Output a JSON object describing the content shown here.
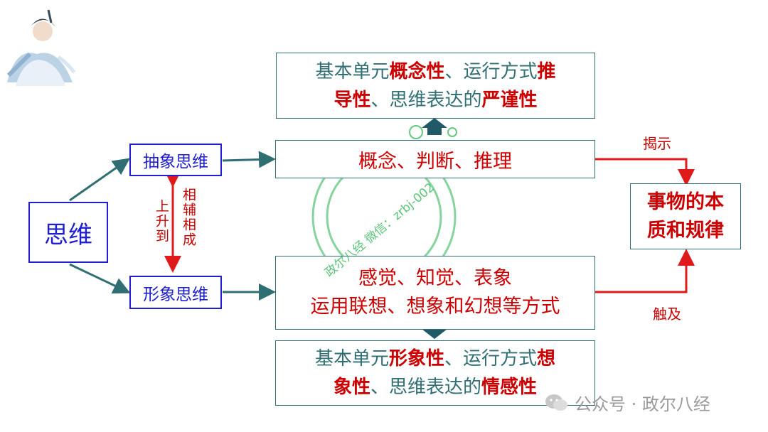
{
  "center_box": {
    "label": "思维"
  },
  "abstract_box": {
    "label": "抽象思维"
  },
  "image_box": {
    "label": "形象思维"
  },
  "mutual": {
    "left": "上升到",
    "right": "相辅相成"
  },
  "concept_box": {
    "label": "概念、判断、推理"
  },
  "perception_box": {
    "line1": "感觉、知觉、表象",
    "line2": "运用联想、想象和幻想等方式"
  },
  "top_box": {
    "p1": "基本单元",
    "b1": "概念性",
    "p2": "、运行方式",
    "b2": "推",
    "b3": "导性",
    "p3": "、思维表达的",
    "b4": "严谨性"
  },
  "bottom_box": {
    "p1": "基本单元",
    "b1": "形象性",
    "p2": "、运行方式",
    "b2": "想",
    "b3": "象性",
    "p3": "、思维表达的",
    "b4": "情感性"
  },
  "reveal_label": "揭示",
  "touch_label": "触及",
  "essence_box": {
    "line1": "事物的本",
    "line2": "质和规律"
  },
  "watermark": {
    "text": "政尔八经 微信：zrbj-002"
  },
  "footer": {
    "text": "公众号 · 政尔八经"
  }
}
